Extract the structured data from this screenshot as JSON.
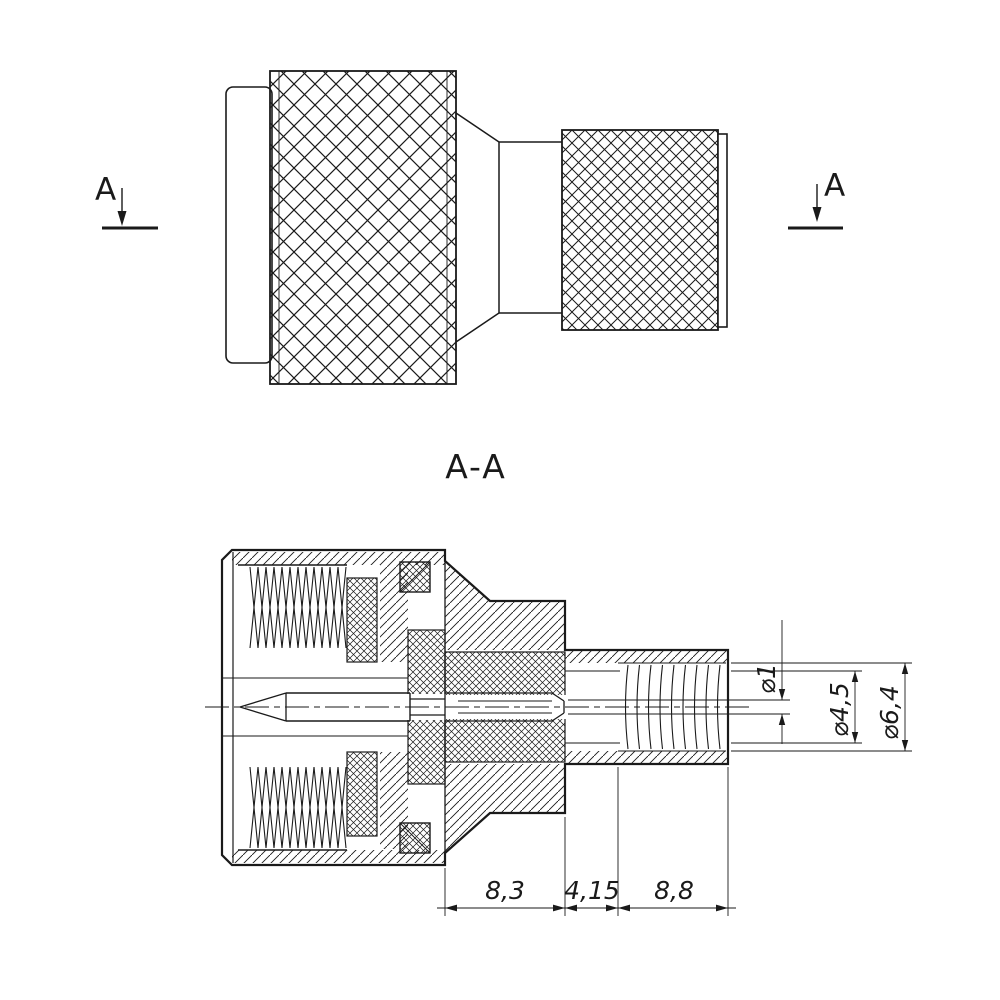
{
  "page": {
    "background": "#ffffff",
    "line_color": "#1a1a1a"
  },
  "views": {
    "section_cut_label_left": "A",
    "section_cut_label_right": "A",
    "section_view_title": "A-A"
  },
  "dimensions": {
    "diameter_pin": "⌀1",
    "diameter_bore": "⌀4,5",
    "diameter_thread": "⌀6,4",
    "length_left": "8,3",
    "length_middle": "4,15",
    "length_right": "8,8"
  }
}
